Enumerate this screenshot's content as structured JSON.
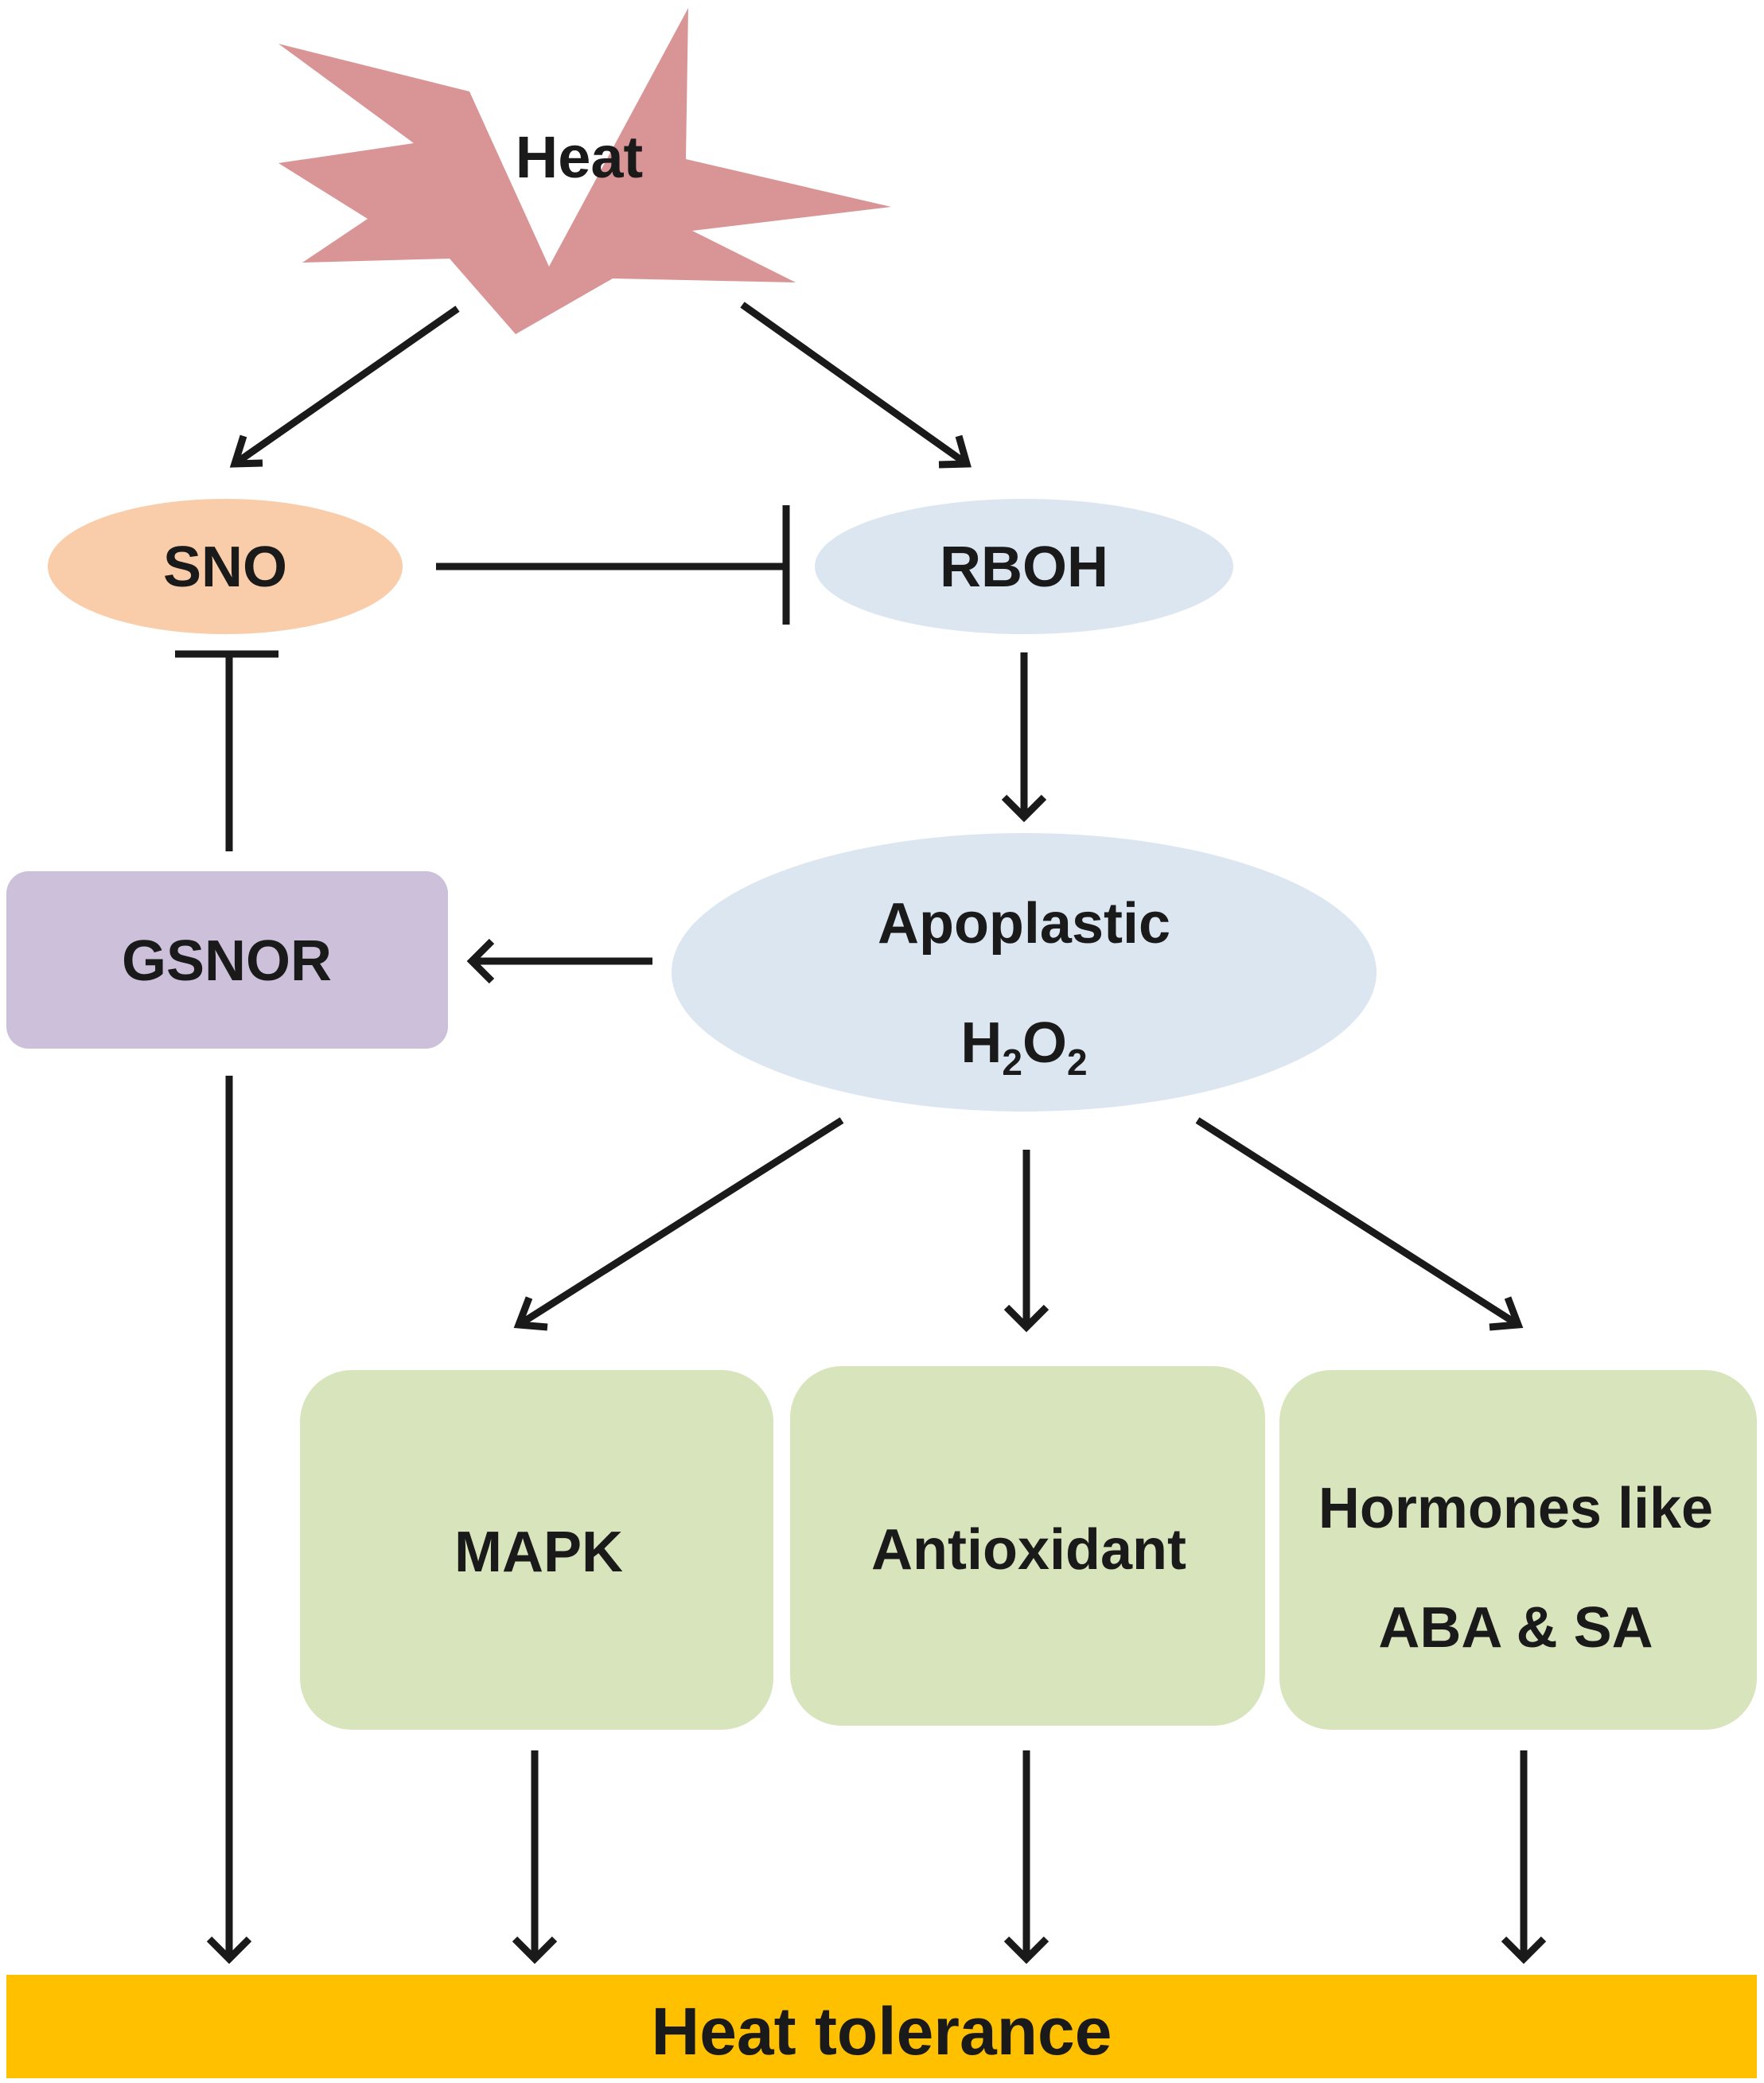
{
  "nodes": {
    "heat": "Heat",
    "sno": "SNO",
    "rboh": "RBOH",
    "gsnor": "GSNOR",
    "apoplastic_line1": "Apoplastic",
    "apoplastic_h": "H",
    "apoplastic_sub1": "2",
    "apoplastic_o": "O",
    "apoplastic_sub2": "2",
    "mapk": "MAPK",
    "antioxidant": "Antioxidant",
    "hormones_line1": "Hormones like",
    "hormones_line2": "ABA & SA",
    "heat_tolerance": "Heat tolerance"
  },
  "colors": {
    "heat": "#d99595",
    "sno": "#f9ccaa",
    "rboh": "#dce6f1",
    "gsnor": "#ccc0da",
    "apoplastic": "#dce6f1",
    "outputs": "#d8e4bc",
    "heat_tolerance": "#ffc000",
    "arrow": "#1a1a1a"
  }
}
